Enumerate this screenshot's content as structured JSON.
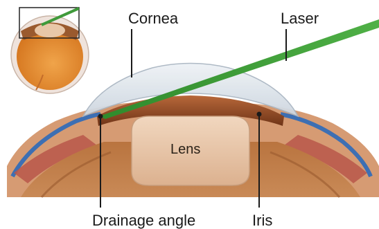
{
  "labels": {
    "cornea": "Cornea",
    "laser": "Laser",
    "lens": "Lens",
    "drainage_angle": "Drainage angle",
    "iris": "Iris"
  },
  "colors": {
    "laser_beam": "#3f9a3a",
    "cornea": "#dfe6ee",
    "iris": "#8a4a22",
    "lens": "#e9c9ad",
    "sclera_blue": "#3d6fb3",
    "leader_line": "#1a1a1a"
  }
}
